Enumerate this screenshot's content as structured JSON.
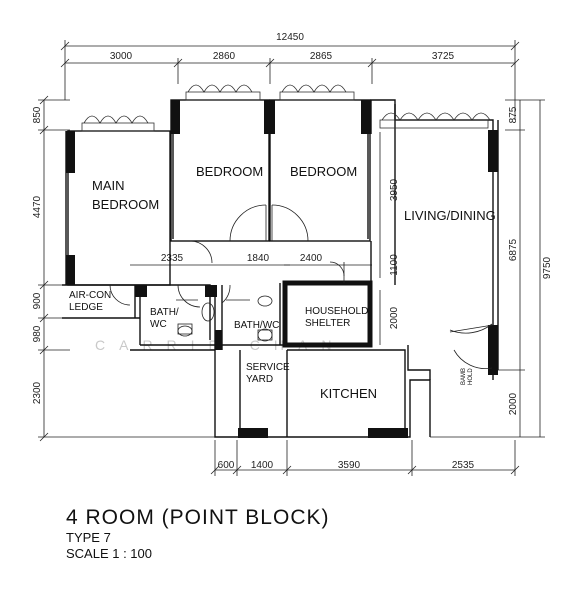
{
  "plan": {
    "overall_width": "12450",
    "overall_height": "9750",
    "top_dims": [
      "3000",
      "2860",
      "2865",
      "3725"
    ],
    "left_dims": [
      "850",
      "4470",
      "900",
      "980",
      "2300"
    ],
    "right_dims": [
      "875",
      "6875",
      "2000"
    ],
    "inner_dims": {
      "living_height": "3950",
      "bath_width": "2335",
      "passage": "1840",
      "shelter_width": "2400",
      "below_living": "1100",
      "shelter_height": "2000"
    },
    "bottom_dims": [
      "600",
      "1400",
      "3590",
      "2535"
    ],
    "rooms": {
      "main_bedroom_1": "MAIN",
      "main_bedroom_2": "BEDROOM",
      "bedroom_a": "BEDROOM",
      "bedroom_b": "BEDROOM",
      "living_dining": "LIVING/DINING",
      "aircon_1": "AIR-CON",
      "aircon_2": "LEDGE",
      "bath1_1": "BATH/",
      "bath1_2": "WC",
      "bath2": "BATH/WC",
      "shelter_1": "HOUSEHOLD",
      "shelter_2": "SHELTER",
      "service_1": "SERVICE",
      "service_2": "YARD",
      "kitchen": "KITCHEN",
      "bamboo_1": "BAMB",
      "bamboo_2": "HOLD"
    },
    "watermark": "CARRIE CHAN"
  },
  "title": {
    "main": "4 ROOM (POINT BLOCK)",
    "type": "TYPE 7",
    "scale": "SCALE 1 : 100"
  }
}
